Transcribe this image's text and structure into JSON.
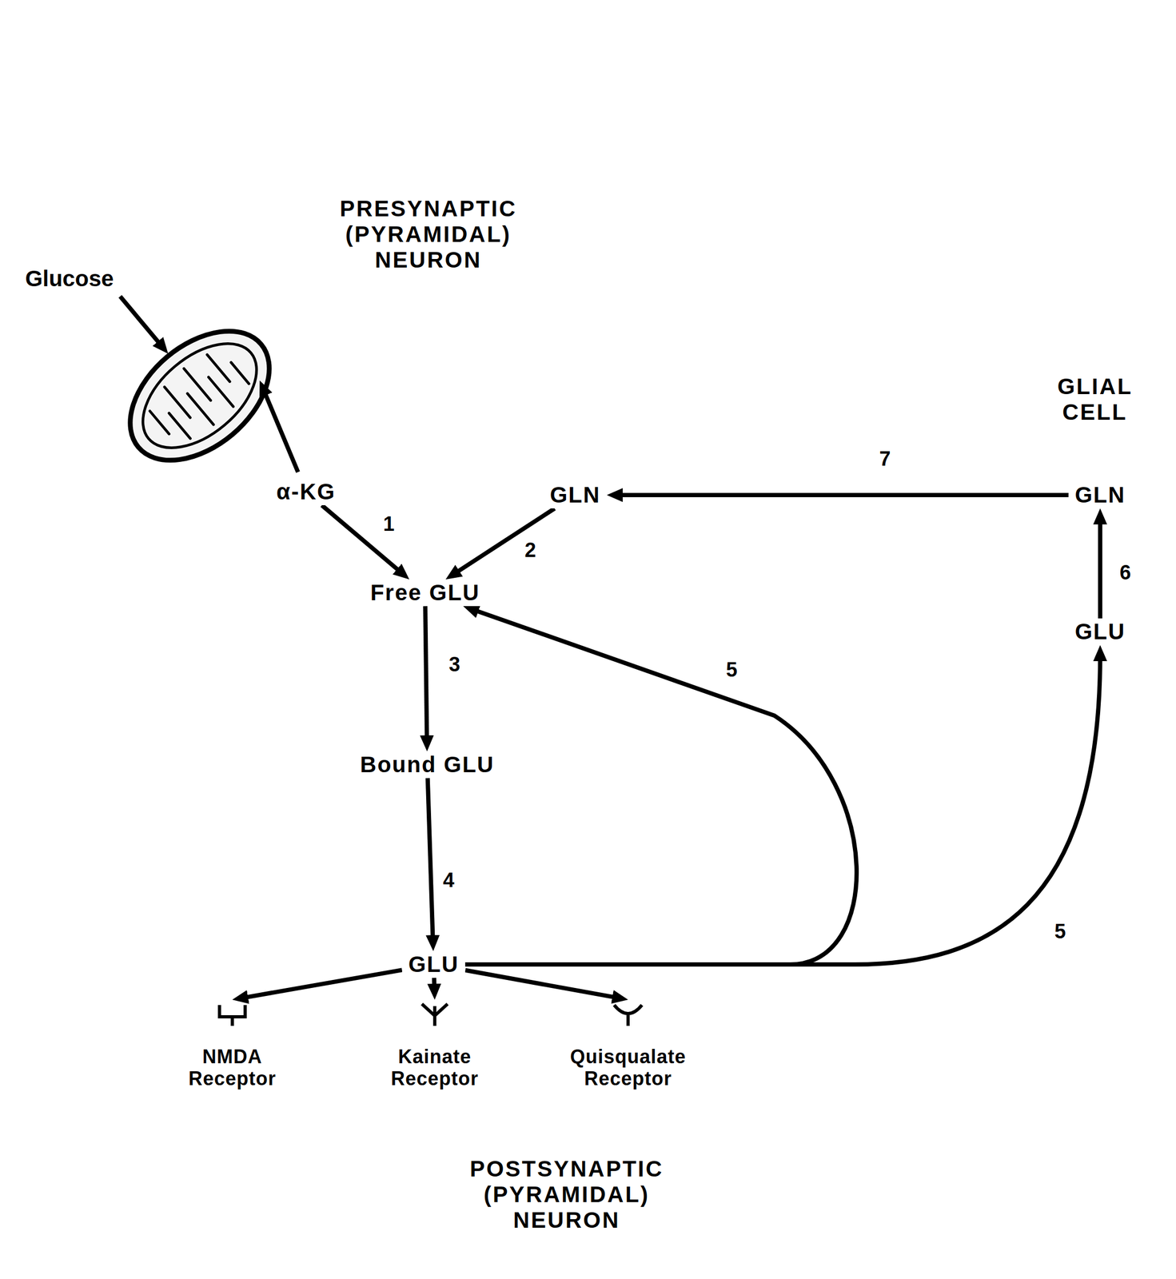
{
  "diagram": {
    "nodes": [
      {
        "text": [
          "PRESYNAPTIC (PYRAMIDAL) NEURON"
        ]
      },
      {
        "text": [
          "α-KG"
        ],
        "in": 0
      },
      {
        "text": [
          "GLN"
        ],
        "in": 0
      },
      {
        "text": [
          "Free GLU"
        ],
        "in": 0
      },
      {
        "text": [
          "Bound GLU"
        ],
        "in": 0
      },
      {
        "text": [
          "GLIAL CELL"
        ]
      },
      {
        "text": [
          "GLN"
        ],
        "in": 5
      },
      {
        "text": [
          "GLU"
        ],
        "in": 5
      },
      {
        "text": [
          "GLU"
        ]
      },
      {
        "text": [
          "POSTSYNAPTIC (PYRAMIDAL) NEURON"
        ]
      },
      {
        "text": [
          "NMDA Receptor"
        ],
        "in": 9
      },
      {
        "text": [
          "Kainate Receptor"
        ],
        "in": 9
      },
      {
        "text": [
          "Quisqualate Receptor"
        ],
        "in": 9
      }
    ],
    "edges": [
      {
        "from": 1,
        "to": 3,
        "arrow": "to",
        "label": "1"
      },
      {
        "from": 2,
        "to": 3,
        "arrow": "to",
        "label": "2"
      },
      {
        "from": 3,
        "to": 4,
        "arrow": "to",
        "label": "3"
      },
      {
        "from": 4,
        "to": 8,
        "arrow": "to",
        "label": "4"
      },
      {
        "from": 8,
        "to": 3,
        "arrow": "to",
        "label": "5"
      },
      {
        "from": 8,
        "to": 7,
        "arrow": "to",
        "label": "5"
      },
      {
        "from": 7,
        "to": 6,
        "arrow": "to",
        "label": "6"
      },
      {
        "from": 6,
        "to": 2,
        "arrow": "to",
        "label": "7"
      },
      {
        "from": 8,
        "to": 10,
        "arrow": "to"
      },
      {
        "from": 8,
        "to": 11,
        "arrow": "to"
      },
      {
        "from": 8,
        "to": 12,
        "arrow": "to"
      }
    ],
    "labels": [
      "Glucose"
    ]
  }
}
